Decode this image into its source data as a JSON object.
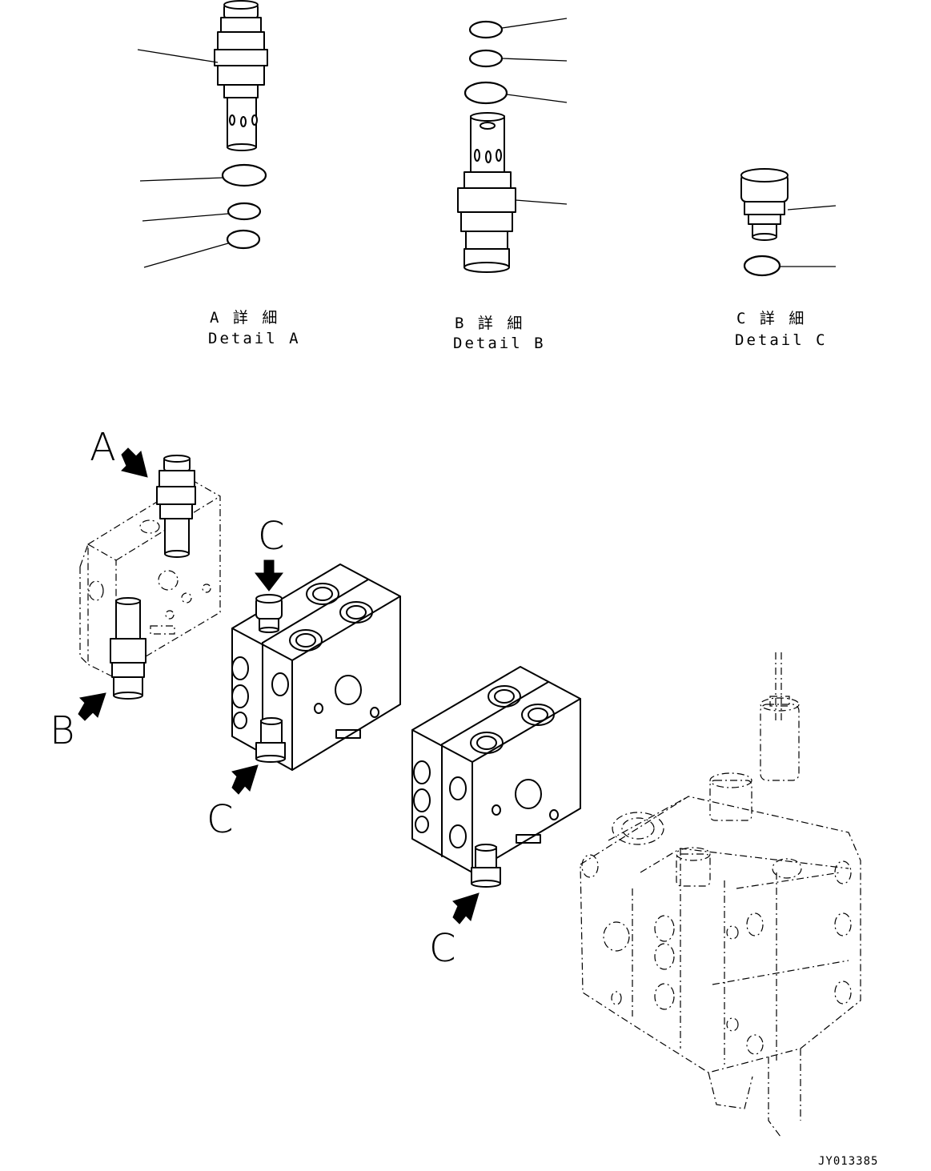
{
  "details": {
    "a": {
      "title_jp": "A 詳 細",
      "title_en": "Detail A"
    },
    "b": {
      "title_jp": "B 詳 細",
      "title_en": "Detail B"
    },
    "c": {
      "title_jp": "C 詳 細",
      "title_en": "Detail C"
    }
  },
  "callouts": {
    "a": "A",
    "b": "B",
    "c_top": "C",
    "c_mid": "C",
    "c_low": "C"
  },
  "drawing_code": "JY013385"
}
